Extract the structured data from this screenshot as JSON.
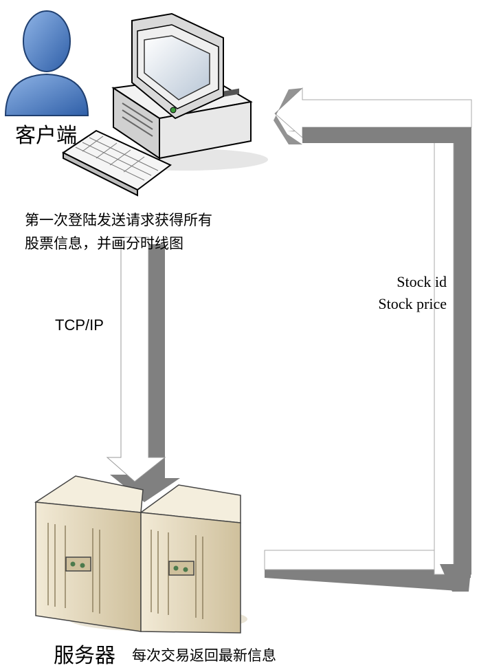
{
  "client": {
    "label": "客户端",
    "icons": [
      "user-icon",
      "desktop-computer-icon",
      "keyboard-icon"
    ]
  },
  "server": {
    "label": "服务器",
    "note": "每次交易返回最新信息",
    "icons": [
      "server-icon",
      "server-icon"
    ]
  },
  "request": {
    "note_line1": "第一次登陆发送请求获得所有",
    "note_line2": "股票信息，并画分时线图",
    "protocol": "TCP/IP"
  },
  "response": {
    "line1": "Stock id",
    "line2": "Stock price"
  },
  "colors": {
    "arrow_face": "#ffffff",
    "arrow_shadow": "#808080",
    "user_blue": "#4a7fc4",
    "server_beige": "#e8dcc0",
    "monitor_gray": "#d9d9d9"
  }
}
